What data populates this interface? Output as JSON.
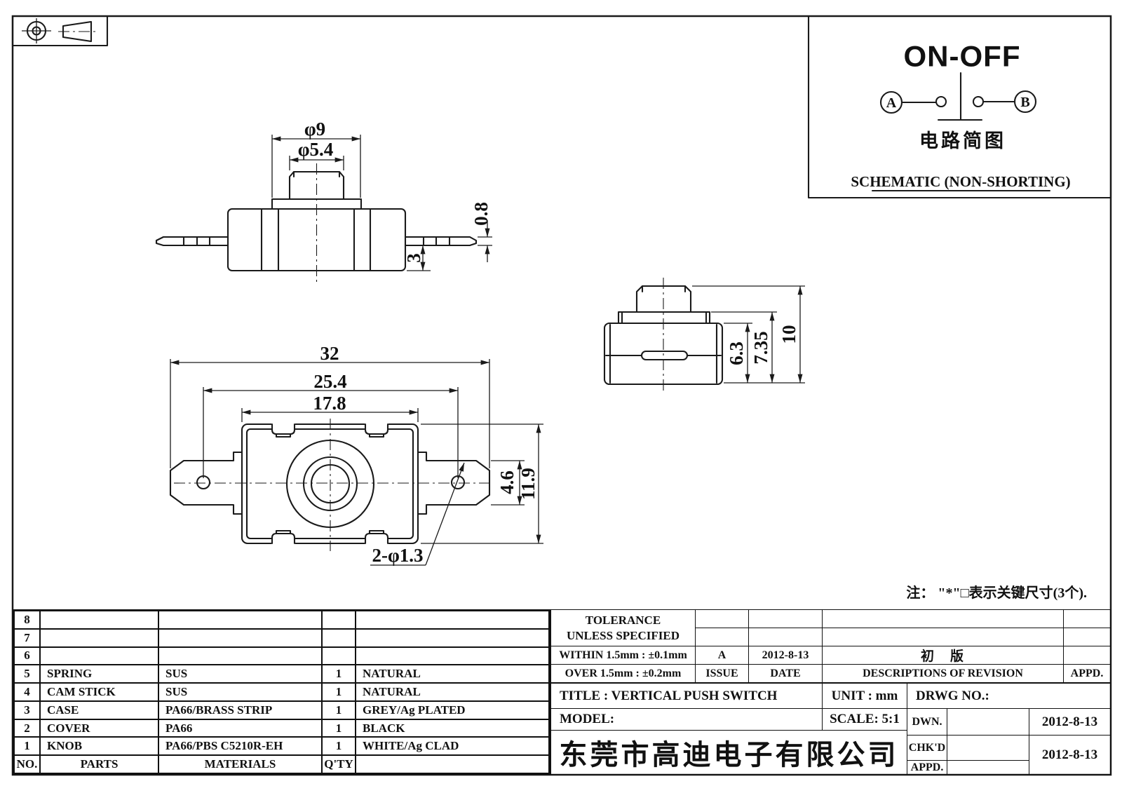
{
  "schematic": {
    "title": "ON-OFF",
    "terminal_a": "A",
    "terminal_b": "B",
    "caption_cn": "电路简图",
    "caption_en": "SCHEMATIC (NON-SHORTING)"
  },
  "note": "注： \"*\"□表示关键尺寸(3个).",
  "dims": {
    "front": {
      "flange_dia": "φ9",
      "knob_dia": "φ5.4",
      "terminal_thickness": "0.8",
      "terminal_to_bottom": "3"
    },
    "top": {
      "overall_width": "32",
      "hole_pitch": "25.4",
      "body_width": "17.8",
      "terminal_width": "4.6",
      "body_depth": "11.9",
      "holes": "2-φ1.3"
    },
    "side": {
      "body_height": "6.3",
      "step_height": "7.35",
      "total_height": "10"
    }
  },
  "parts_table": {
    "headers": {
      "no": "NO.",
      "parts": "PARTS",
      "materials": "MATERIALS",
      "qty": "Q'TY",
      "spec": ""
    },
    "rows": [
      {
        "no": "8",
        "parts": "",
        "materials": "",
        "qty": "",
        "spec": ""
      },
      {
        "no": "7",
        "parts": "",
        "materials": "",
        "qty": "",
        "spec": ""
      },
      {
        "no": "6",
        "parts": "",
        "materials": "",
        "qty": "",
        "spec": ""
      },
      {
        "no": "5",
        "parts": "SPRING",
        "materials": "SUS",
        "qty": "1",
        "spec": "NATURAL"
      },
      {
        "no": "4",
        "parts": "CAM STICK",
        "materials": "SUS",
        "qty": "1",
        "spec": "NATURAL"
      },
      {
        "no": "3",
        "parts": "CASE",
        "materials": "PA66/BRASS STRIP",
        "qty": "1",
        "spec": "GREY/Ag PLATED"
      },
      {
        "no": "2",
        "parts": "COVER",
        "materials": "PA66",
        "qty": "1",
        "spec": "BLACK"
      },
      {
        "no": "1",
        "parts": "KNOB",
        "materials": "PA66/PBS C5210R-EH",
        "qty": "1",
        "spec": "WHITE/Ag CLAD"
      }
    ]
  },
  "tolerance_block": {
    "line1": "TOLERANCE",
    "line2": "UNLESS  SPECIFIED",
    "within": "WITHIN 1.5mm : ±0.1mm",
    "over": "OVER 1.5mm : ±0.2mm",
    "issue_value": "A",
    "date_value": "2012-8-13",
    "revision_value": "初　版",
    "issue_label": "ISSUE",
    "date_label": "DATE",
    "revision_label": "DESCRIPTIONS OF REVISION",
    "appd_label": "APPD."
  },
  "title_block": {
    "title": "TITLE :  VERTICAL PUSH SWITCH",
    "unit": "UNIT :  mm",
    "drwg_no": "DRWG NO.:",
    "model": "MODEL:",
    "scale": "SCALE:  5:1",
    "company": "东莞市高迪电子有限公司",
    "dwn_label": "DWN.",
    "dwn_date": "2012-8-13",
    "chkd_label": "CHK'D",
    "chkd_date": "2012-8-13",
    "appd_label": "APPD."
  }
}
